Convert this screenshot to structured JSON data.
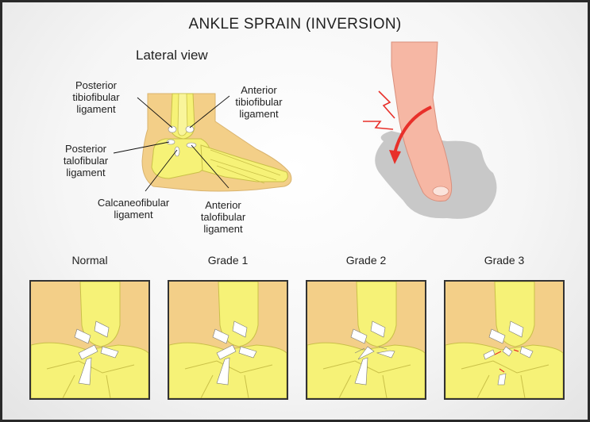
{
  "title": "ANKLE SPRAIN (INVERSION)",
  "subtitle": "Lateral view",
  "labels": {
    "posterior_tibiofibular": "Posterior\ntibiofibular\nligament",
    "anterior_tibiofibular": "Anterior\ntibiofibular\nligament",
    "posterior_talofibular": "Posterior\ntalofibular\nligament",
    "calcaneofibular": "Calcaneofibular\nligament",
    "anterior_talofibular": "Anterior\ntalofibular\nligament"
  },
  "grades": [
    {
      "label": "Normal"
    },
    {
      "label": "Grade 1"
    },
    {
      "label": "Grade 2"
    },
    {
      "label": "Grade 3"
    }
  ],
  "colors": {
    "bone": "#f6f277",
    "skin": "#f3cf88",
    "ligament": "#ffffff",
    "arrow": "#e8302a",
    "foot_skin": "#f6b7a4",
    "shadow": "#c8c8c8"
  },
  "icons": [
    "lightning-bolt-icon",
    "curved-arrow-icon"
  ]
}
